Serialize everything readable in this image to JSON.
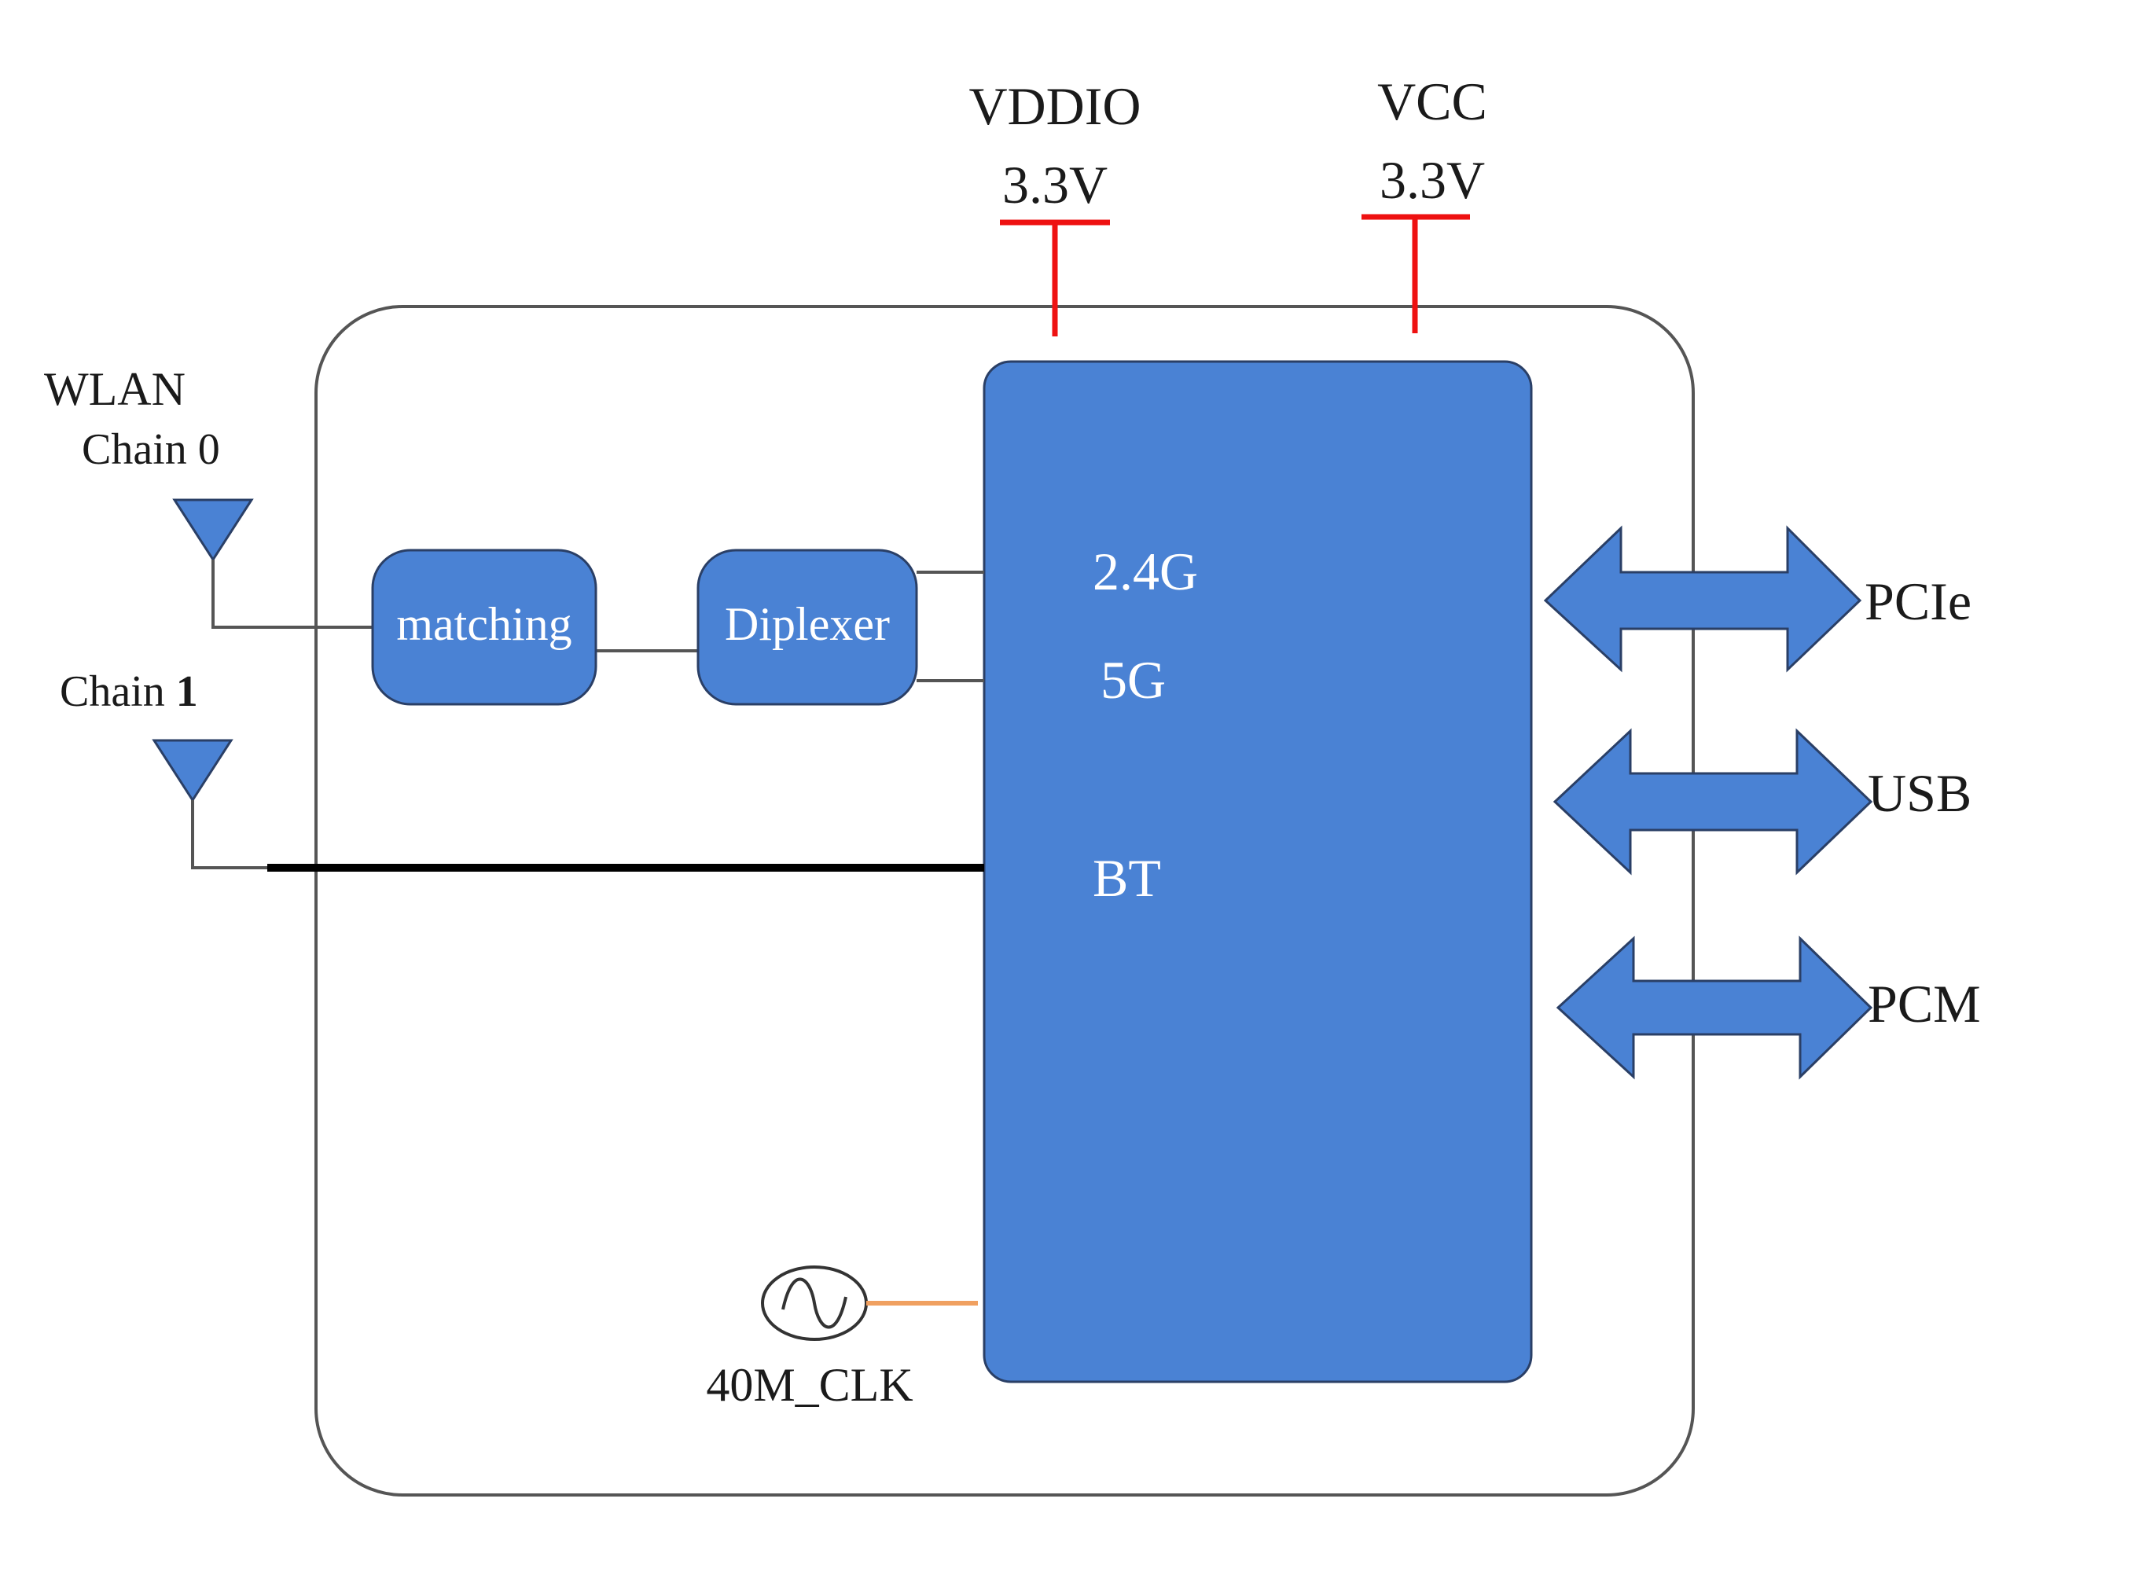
{
  "power": {
    "vddio": {
      "name": "VDDIO",
      "voltage": "3.3V"
    },
    "vcc": {
      "name": "VCC",
      "voltage": "3.3V"
    }
  },
  "antennas": {
    "wlan_label": "WLAN",
    "chain0_label": "Chain 0",
    "chain1_label": "Chain",
    "chain1_number": "1"
  },
  "blocks": {
    "matching": "matching",
    "diplexer": "Diplexer"
  },
  "chip": {
    "band_24g": "2.4G",
    "band_5g": "5G",
    "bt": "BT"
  },
  "interfaces": [
    "PCIe",
    "USB",
    "PCM"
  ],
  "clock": {
    "label": "40M_CLK"
  },
  "colors": {
    "block_fill": "#4a82d4",
    "block_stroke": "#2a3f66",
    "power_line": "#ee1111",
    "clock_line": "#f0a060",
    "outline": "#555555"
  }
}
